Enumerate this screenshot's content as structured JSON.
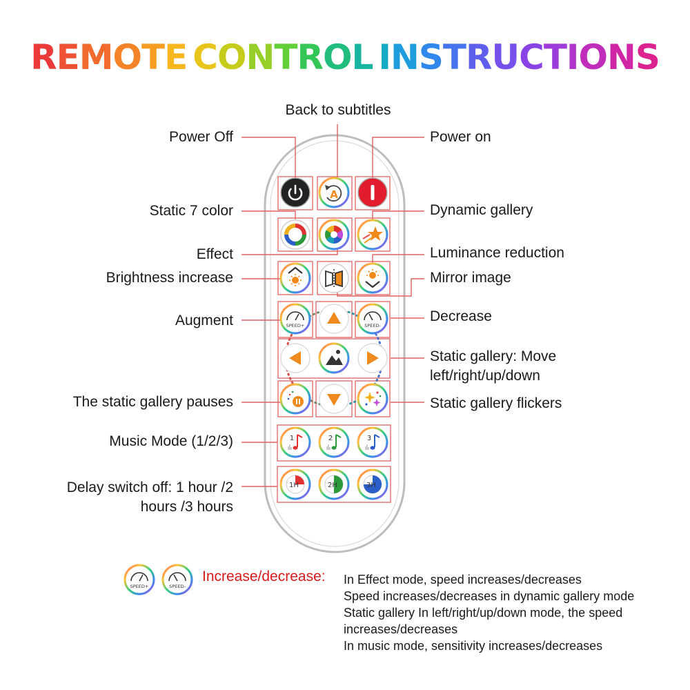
{
  "title": "REMOTE CONTROL INSTRUCTIONS",
  "title_colors": [
    "#ea3a3a",
    "#ee5232",
    "#f26a2c",
    "#f58428",
    "#f79d22",
    "#f7b51e",
    "#e9c41a",
    "#c6cc1c",
    "#96cf27",
    "#62cf39",
    "#35c658",
    "#20bd7d",
    "#16b4a1",
    "#15aac3",
    "#1e9cde",
    "#3188ec",
    "#4873ef",
    "#5f5fee",
    "#7550eb",
    "#8a44e5",
    "#9d3bdb",
    "#b033cc",
    "#c12dbb",
    "#d026a6",
    "#dc2290",
    "#e51e7a",
    "#ea1a66"
  ],
  "labels": {
    "back_to_subtitles": "Back to subtitles",
    "power_off": "Power Off",
    "power_on": "Power on",
    "static_7_color": "Static 7 color",
    "dynamic_gallery": "Dynamic gallery",
    "effect": "Effect",
    "luminance_reduction": "Luminance reduction",
    "brightness_increase": "Brightness increase",
    "mirror_image": "Mirror image",
    "augment": "Augment",
    "decrease": "Decrease",
    "static_gallery_move_1": "Static gallery: Move",
    "static_gallery_move_2": "left/right/up/down",
    "static_gallery_pauses": "The static gallery pauses",
    "static_gallery_flickers": "Static gallery flickers",
    "music_mode": "Music Mode (1/2/3)",
    "delay_switch_1": "Delay switch off: 1 hour /2",
    "delay_switch_2": "hours /3 hours"
  },
  "buttons": {
    "speed_plus": "SPEED+",
    "speed_minus": "SPEED-",
    "music_1": "1",
    "music_2": "2",
    "music_3": "3",
    "timer_1": "1H",
    "timer_2": "2H",
    "timer_3": "3H",
    "back_letter": "A"
  },
  "note": {
    "heading": "Increase/decrease:",
    "lines": [
      "In Effect mode, speed increases/decreases",
      "Speed increases/decreases in dynamic gallery mode",
      "Static gallery In left/right/up/down mode, the speed increases/decreases",
      "In music mode, sensitivity increases/decreases"
    ]
  },
  "colors": {
    "callout_line": "#e06060",
    "power_off_button": "#222222",
    "power_on_button": "#e21c2c",
    "arrow_orange": "#f08a1c",
    "note_heading": "#d61a1a",
    "remote_outline": "#bdbdbd"
  }
}
